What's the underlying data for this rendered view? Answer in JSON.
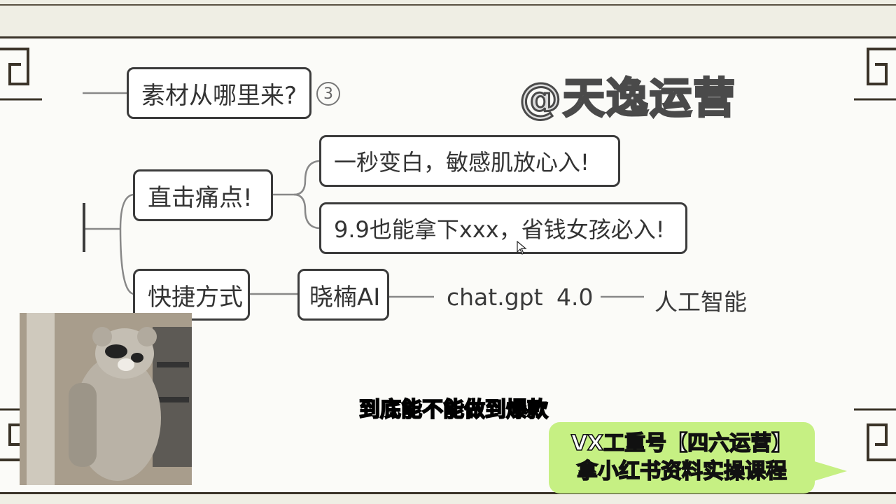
{
  "mindmap": {
    "partial_header": "……",
    "source_node": "素材从哪里来?",
    "source_badge": "3",
    "branch_pain": "直击痛点!",
    "pain_items": [
      "一秒变白，敏感肌放心入!",
      "9.9也能拿下xxx，省钱女孩必入!"
    ],
    "branch_shortcut": "快捷方式",
    "tool_node": "晓楠AI",
    "tool_chat": "chat.gpt",
    "tool_version": "4.0",
    "tool_ai": "人工智能"
  },
  "overlay": {
    "watermark": "@天逸运营",
    "subtitle": "到底能不能做到爆款",
    "promo_line1": "VX工重号【四六运营】",
    "promo_line2": "拿小红书资料实操课程"
  },
  "colors": {
    "frame": "#3a3328",
    "node_border": "#3b3b3b",
    "promo_bg": "#c6f083"
  }
}
